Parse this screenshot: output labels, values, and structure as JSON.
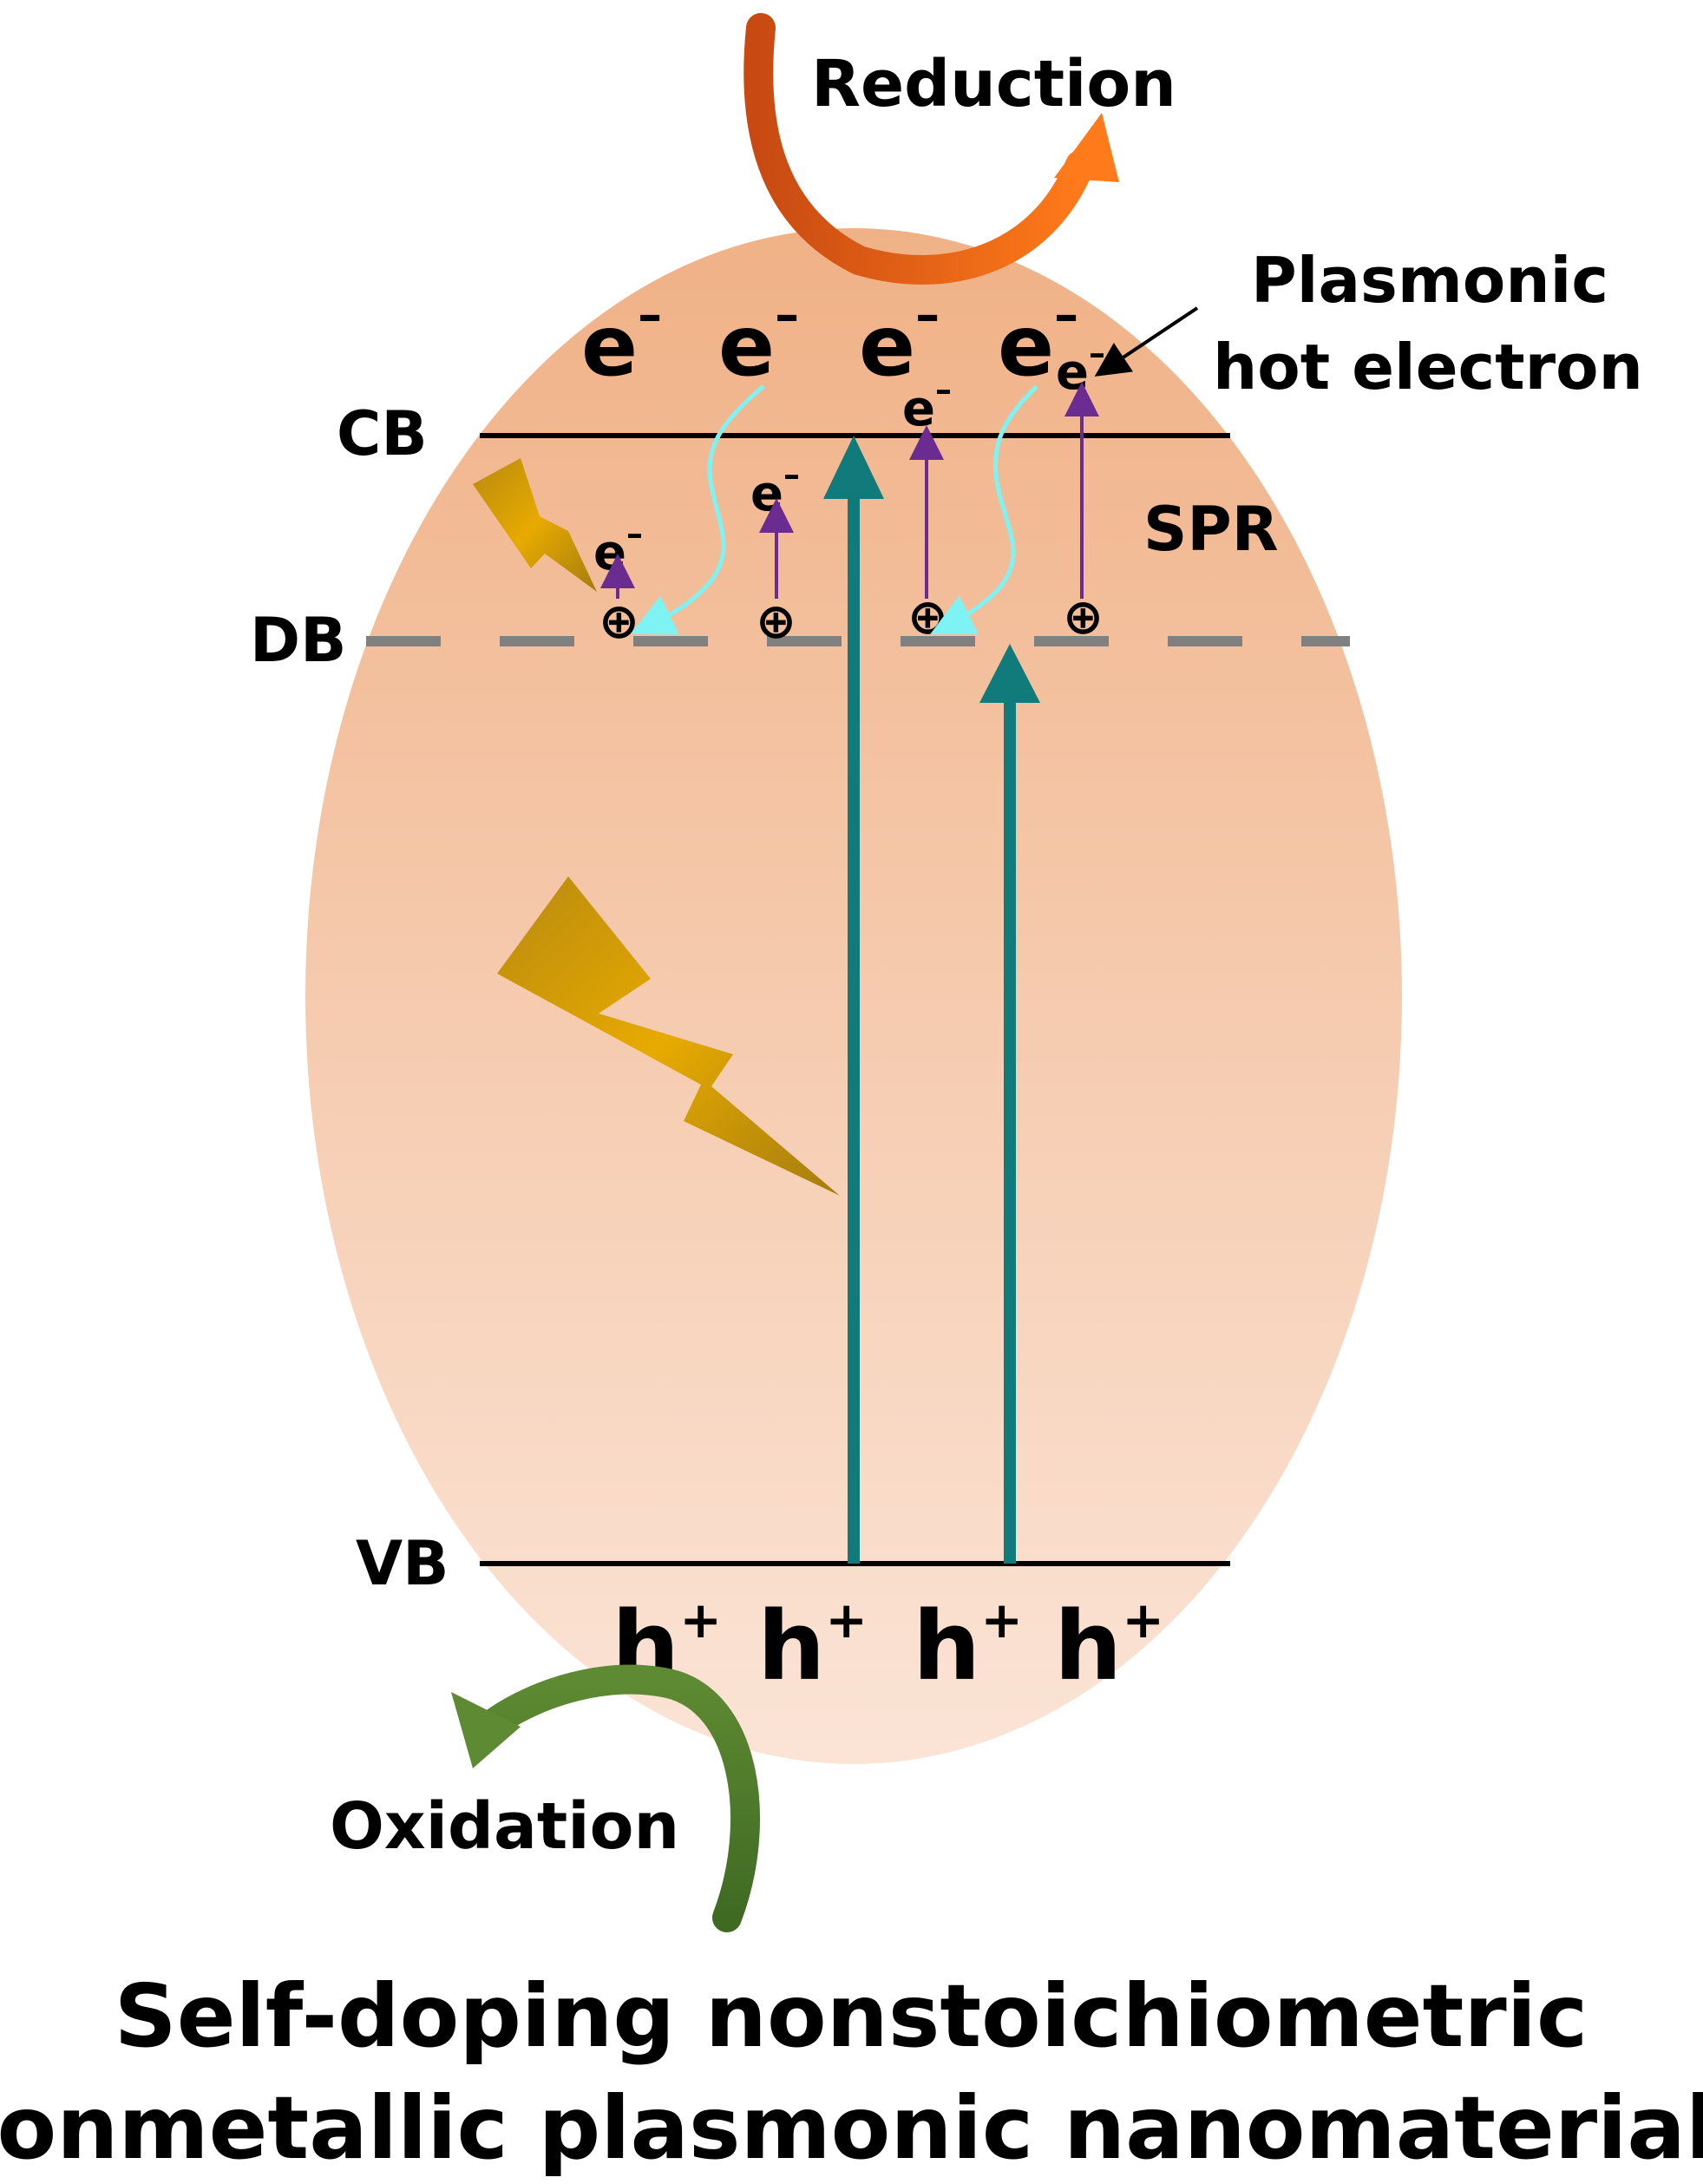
{
  "labels": {
    "reduction": "Reduction",
    "plasmonic_line1": "Plasmonic",
    "plasmonic_line2": "hot electron",
    "cb": "CB",
    "db": "DB",
    "vb": "VB",
    "spr": "SPR",
    "oxidation": "Oxidation",
    "caption_line1": "Self-doping nonstoichiometric",
    "caption_line2": "nonmetallic plasmonic nanomaterials"
  },
  "carriers": {
    "electron": "e",
    "electron_sup": "–",
    "hole": "h",
    "hole_sup": "+",
    "hole_site": "⊕"
  },
  "colors": {
    "particle_top": "#f0b186",
    "particle_bottom": "#fbe4d6",
    "teal_arrow": "#117a7a",
    "purple_arrow": "#6a2c91",
    "cyan_arrow": "#7ff3f3",
    "reduction_arrow": "#f36f1d",
    "oxidation_arrow": "#4e7a2c",
    "lightning": "#e2a900",
    "db_dash": "#808080"
  }
}
